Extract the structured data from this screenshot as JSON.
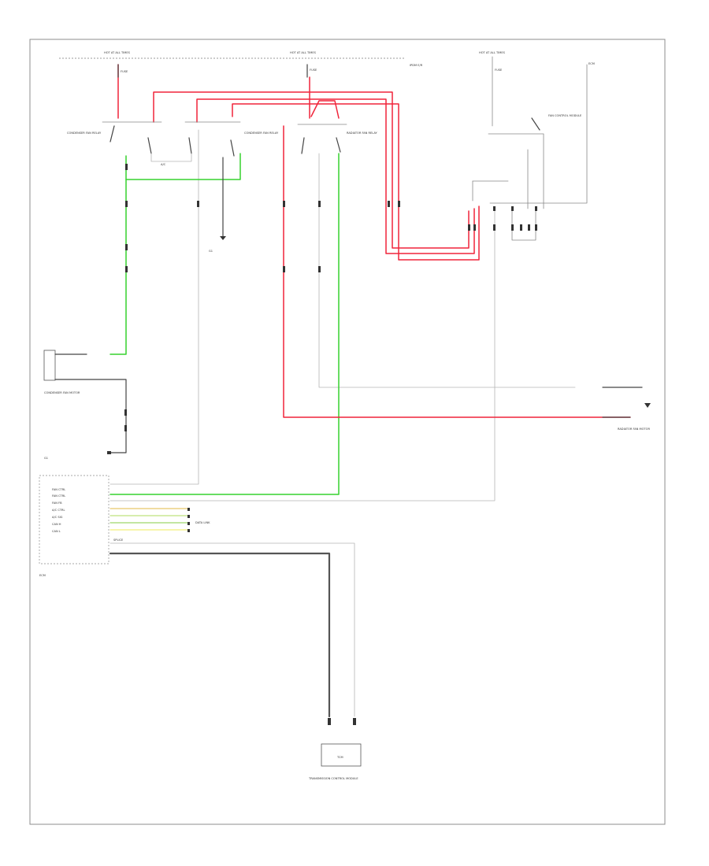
{
  "diagram": {
    "page_number": "",
    "labels": {
      "hot_at_all_times_1": "HOT AT ALL TIMES",
      "hot_at_all_times_2": "HOT AT ALL TIMES",
      "hot_at_all_times_3": "HOT AT ALL TIMES",
      "fuse_a": "FUSE",
      "fuse_b": "FUSE",
      "fuse_c": "FUSE",
      "ipdm_ref": "IPDM E/R",
      "aux_right": "ECM",
      "condenser_fan_relay": "CONDENSER FAN RELAY",
      "condenser_fan_relay_2": "CONDENSER FAN RELAY",
      "radiator_fan_relay": "RADIATOR FAN RELAY",
      "fan_control_module": "FAN CONTROL MODULE",
      "ac_ref": "A/C",
      "ground_center": "G1",
      "condenser_fan_motor": "CONDENSER FAN MOTOR",
      "ground_left": "G1",
      "ecm_left": "ECM",
      "radiator_fan_motor": "RADIATOR FAN MOTOR",
      "ecm_pins": [
        "FAN CTRL",
        "FAN CTRL",
        "FAN FB",
        "A/C CTRL",
        "A/C SIG",
        "CAN H",
        "CAN L"
      ],
      "bus_label": "DATA LINK",
      "splice": "SPLICE",
      "tcm_module": "TRANSMISSION CONTROL MODULE",
      "tcm_box": "TCM"
    }
  }
}
